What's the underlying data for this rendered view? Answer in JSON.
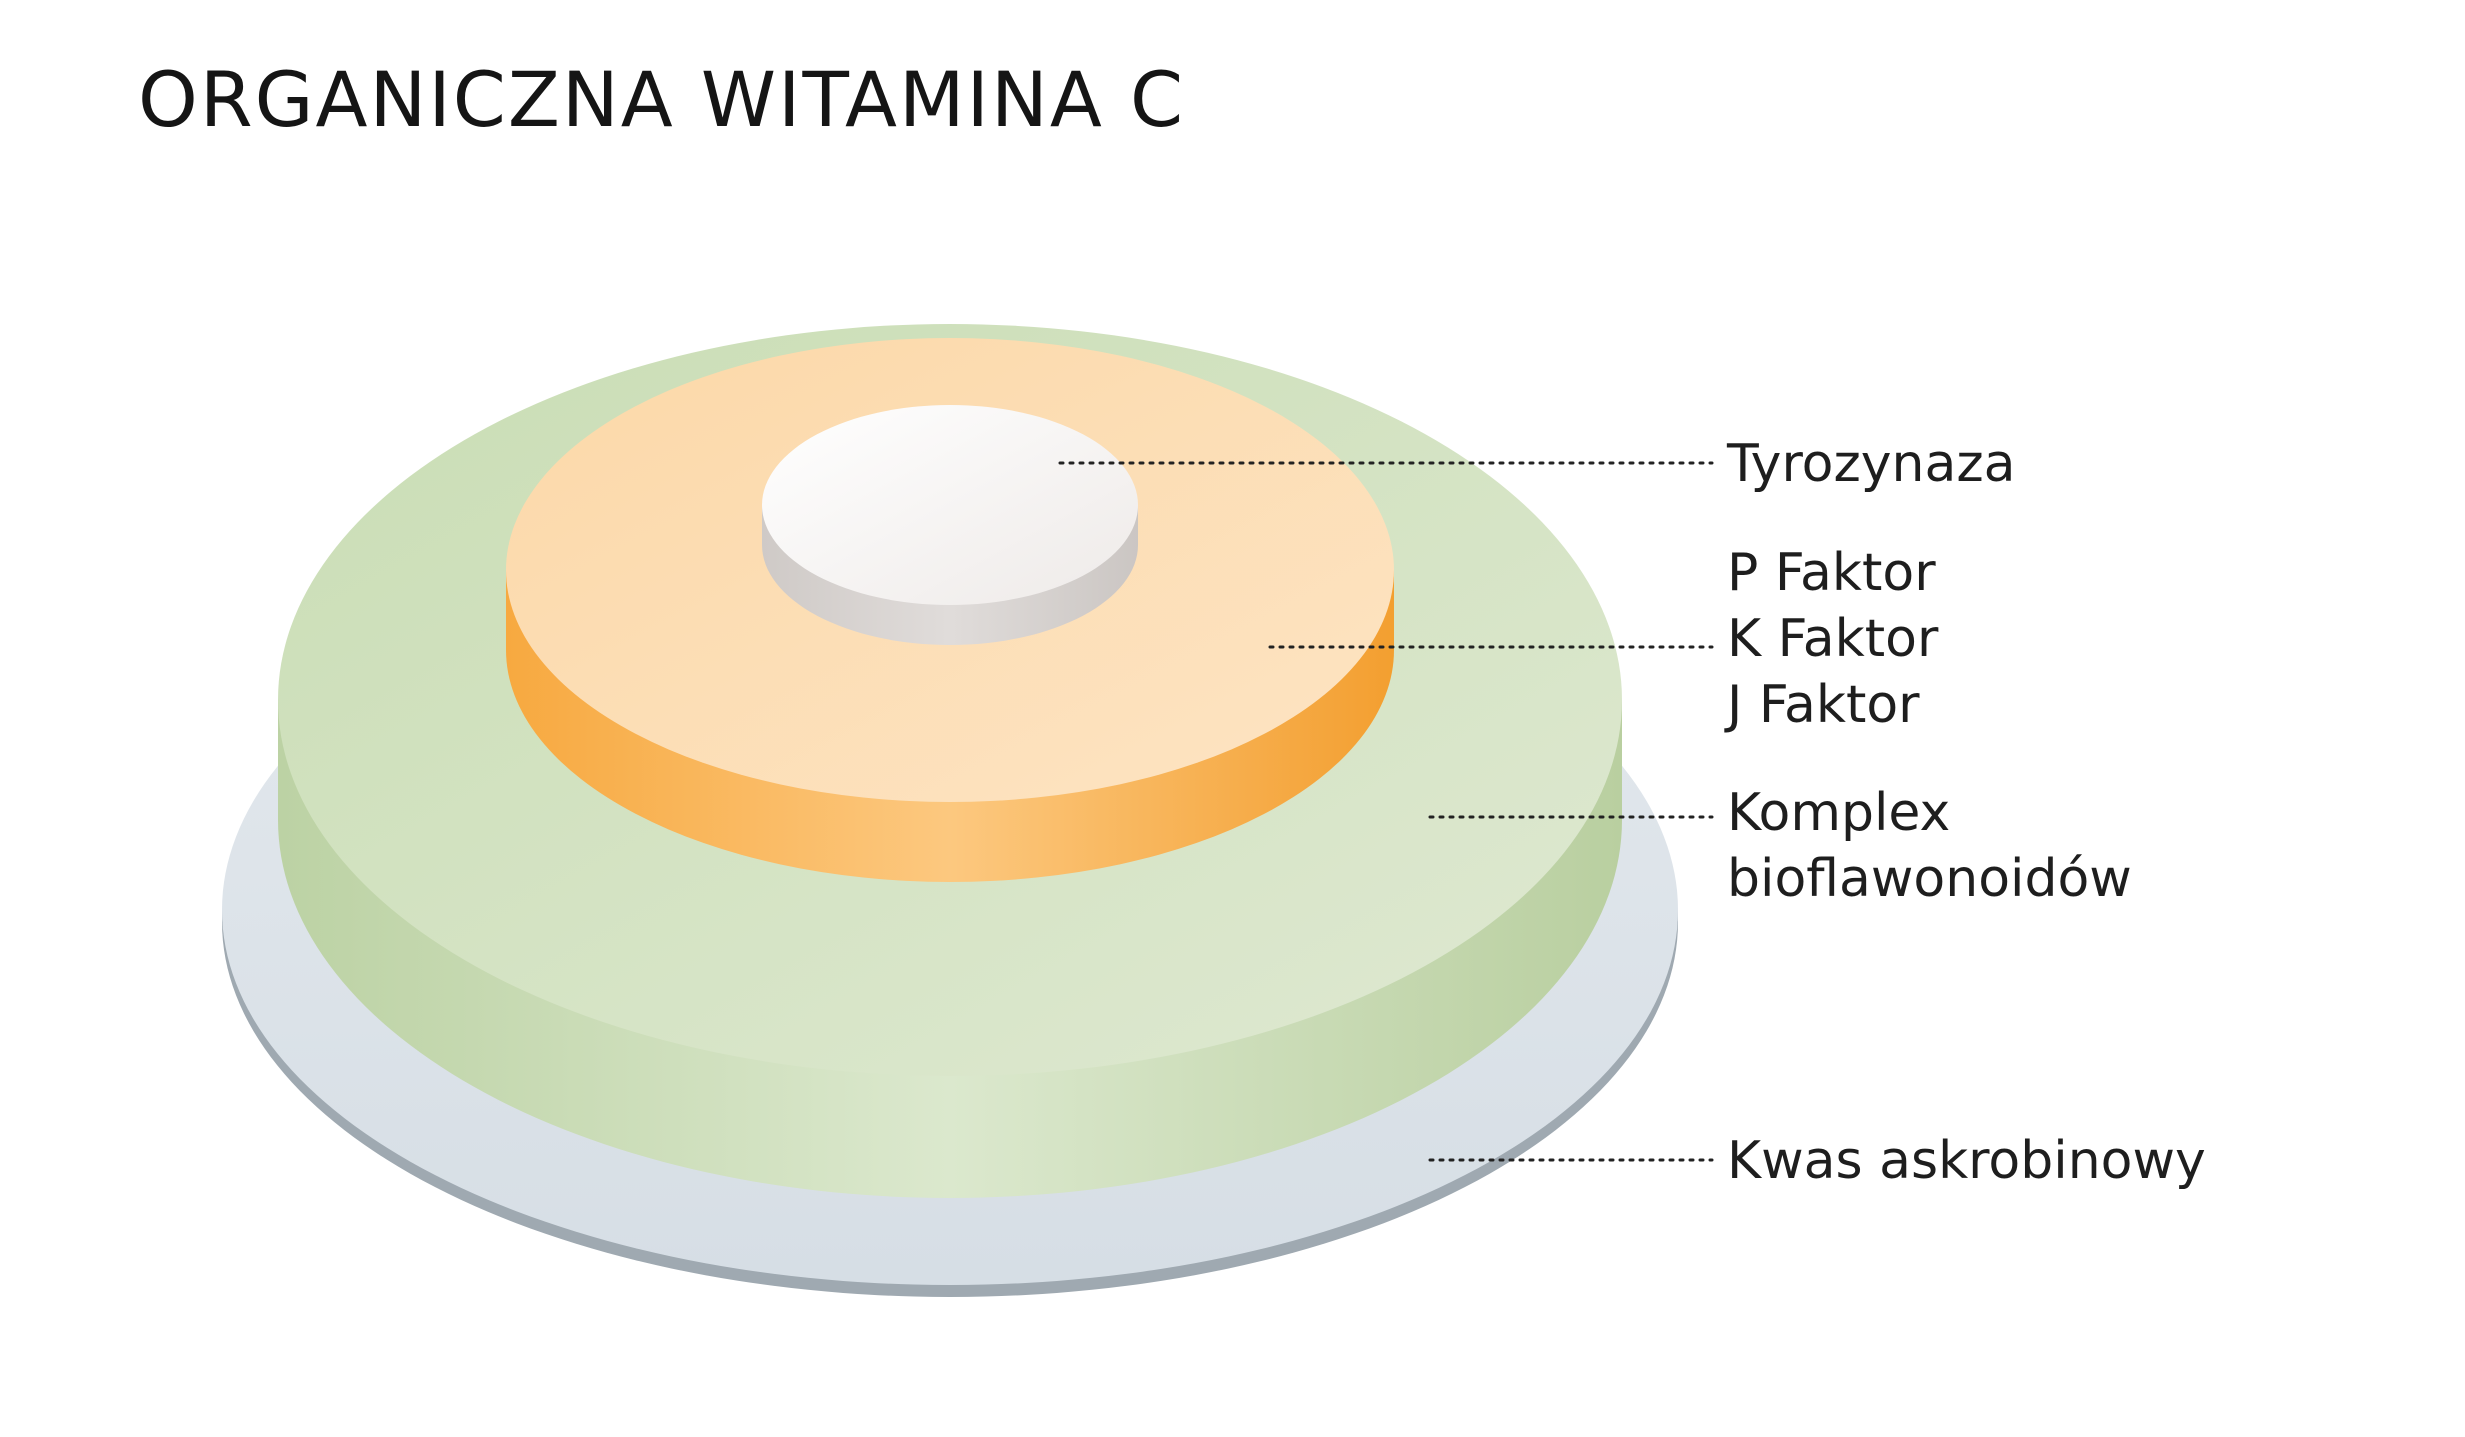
{
  "title": "ORGANICZNA WITAMINA C",
  "layers": [
    {
      "id": "core",
      "label_lines": [
        "Tyrozynaza"
      ],
      "color": "#f2f0ee"
    },
    {
      "id": "orange",
      "label_lines": [
        "P Faktor",
        "K Faktor",
        "J Faktor"
      ],
      "color": "#f7ae4a"
    },
    {
      "id": "green",
      "label_lines": [
        "Komplex",
        "bioflawonoidów"
      ],
      "color": "#bcd3a4"
    },
    {
      "id": "base",
      "label_lines": [
        "Kwas askrobinowy"
      ],
      "color": "#cdd7de"
    }
  ],
  "colors": {
    "base_top": "#dce3e9",
    "base_side": "#9fa9b0",
    "green_top": "#cfe0bd",
    "green_side": "#c8dcb2",
    "orange_top": "#fcdcb0",
    "orange_side": "#f8b55c",
    "core_top": "#f3f1f0",
    "core_side": "#d4d0ce",
    "leader": "#222222"
  }
}
